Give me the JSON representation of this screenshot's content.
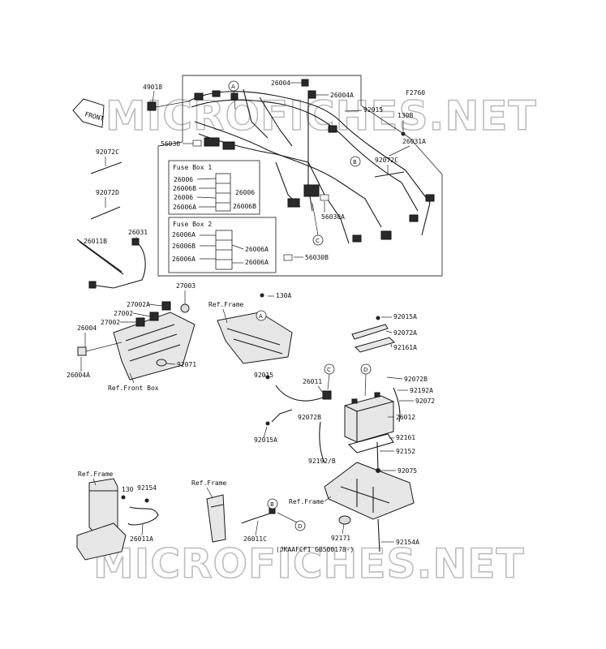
{
  "watermark": "MICROFICHES.NET",
  "figure_code": "F2760",
  "front_label": "FRONT",
  "fuse_box_1": {
    "title": "Fuse Box 1",
    "left_labels": [
      "26006",
      "26006B",
      "26006",
      "26006A"
    ],
    "right_labels": [
      "26006",
      "26006B"
    ]
  },
  "fuse_box_2": {
    "title": "Fuse Box 2",
    "left_labels": [
      "26006A",
      "26006B",
      "26006A"
    ],
    "right_labels": [
      "26006A",
      "26006A"
    ]
  },
  "part_numbers": {
    "p49018": "49018",
    "p26004_top": "26004",
    "p26004A_top": "26004A",
    "p92015_top": "92015",
    "p130B": "130B",
    "p56030": "56030",
    "p26031A": "26031A",
    "p92072C_left": "92072C",
    "p92072C_right": "92072C",
    "p92072D": "92072D",
    "p56030A": "56030A",
    "p56030B": "56030B",
    "p26011B": "26011B",
    "p26031": "26031",
    "p27003": "27003",
    "p27002A": "27002A",
    "p27002_a": "27002",
    "p27002_b": "27002",
    "p26004_left": "26004",
    "p26004A_left": "26004A",
    "p92071": "92071",
    "p130A": "130A",
    "p92015A_top": "92015A",
    "p92072A": "92072A",
    "p92161A": "92161A",
    "p92072B_right": "92072B",
    "p92192A": "92192A",
    "p92072": "92072",
    "p26012": "26012",
    "p92015_mid": "92015",
    "p26011": "26011",
    "p92072B_mid": "92072B",
    "p92015A_bottom": "92015A",
    "p92161": "92161",
    "p92192B": "92192/B",
    "p92152": "92152",
    "p92075": "92075",
    "p130": "130",
    "p92154": "92154",
    "p26011A": "26011A",
    "p26011C": "26011C",
    "p92171": "92171",
    "p92154A": "92154A"
  },
  "ref_labels": {
    "ref_frame_top": "Ref.Frame",
    "ref_front_box": "Ref.Front Box",
    "ref_frame_left": "Ref.Frame",
    "ref_frame_mid": "Ref.Frame",
    "ref_frame_right": "Ref.Frame"
  },
  "serial_note": "(JKAAFCF1 GB500178-)",
  "callouts": {
    "A": "A",
    "B": "B",
    "C": "C",
    "D": "D"
  }
}
